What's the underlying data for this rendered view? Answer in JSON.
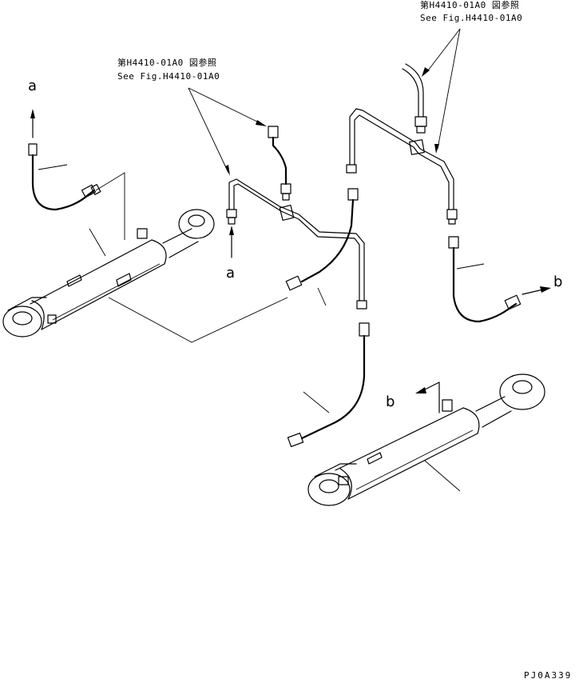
{
  "references": {
    "top_right": {
      "line1": "第H4410-01A0 図参照",
      "line2": "See Fig.H4410-01A0"
    },
    "top_center": {
      "line1": "第H4410-01A0 図参照",
      "line2": "See Fig.H4410-01A0"
    }
  },
  "connection_labels": {
    "a_upper": "a",
    "a_lower": "a",
    "b_right": "b",
    "b_lower": "b"
  },
  "drawing_code": "PJ0A339"
}
